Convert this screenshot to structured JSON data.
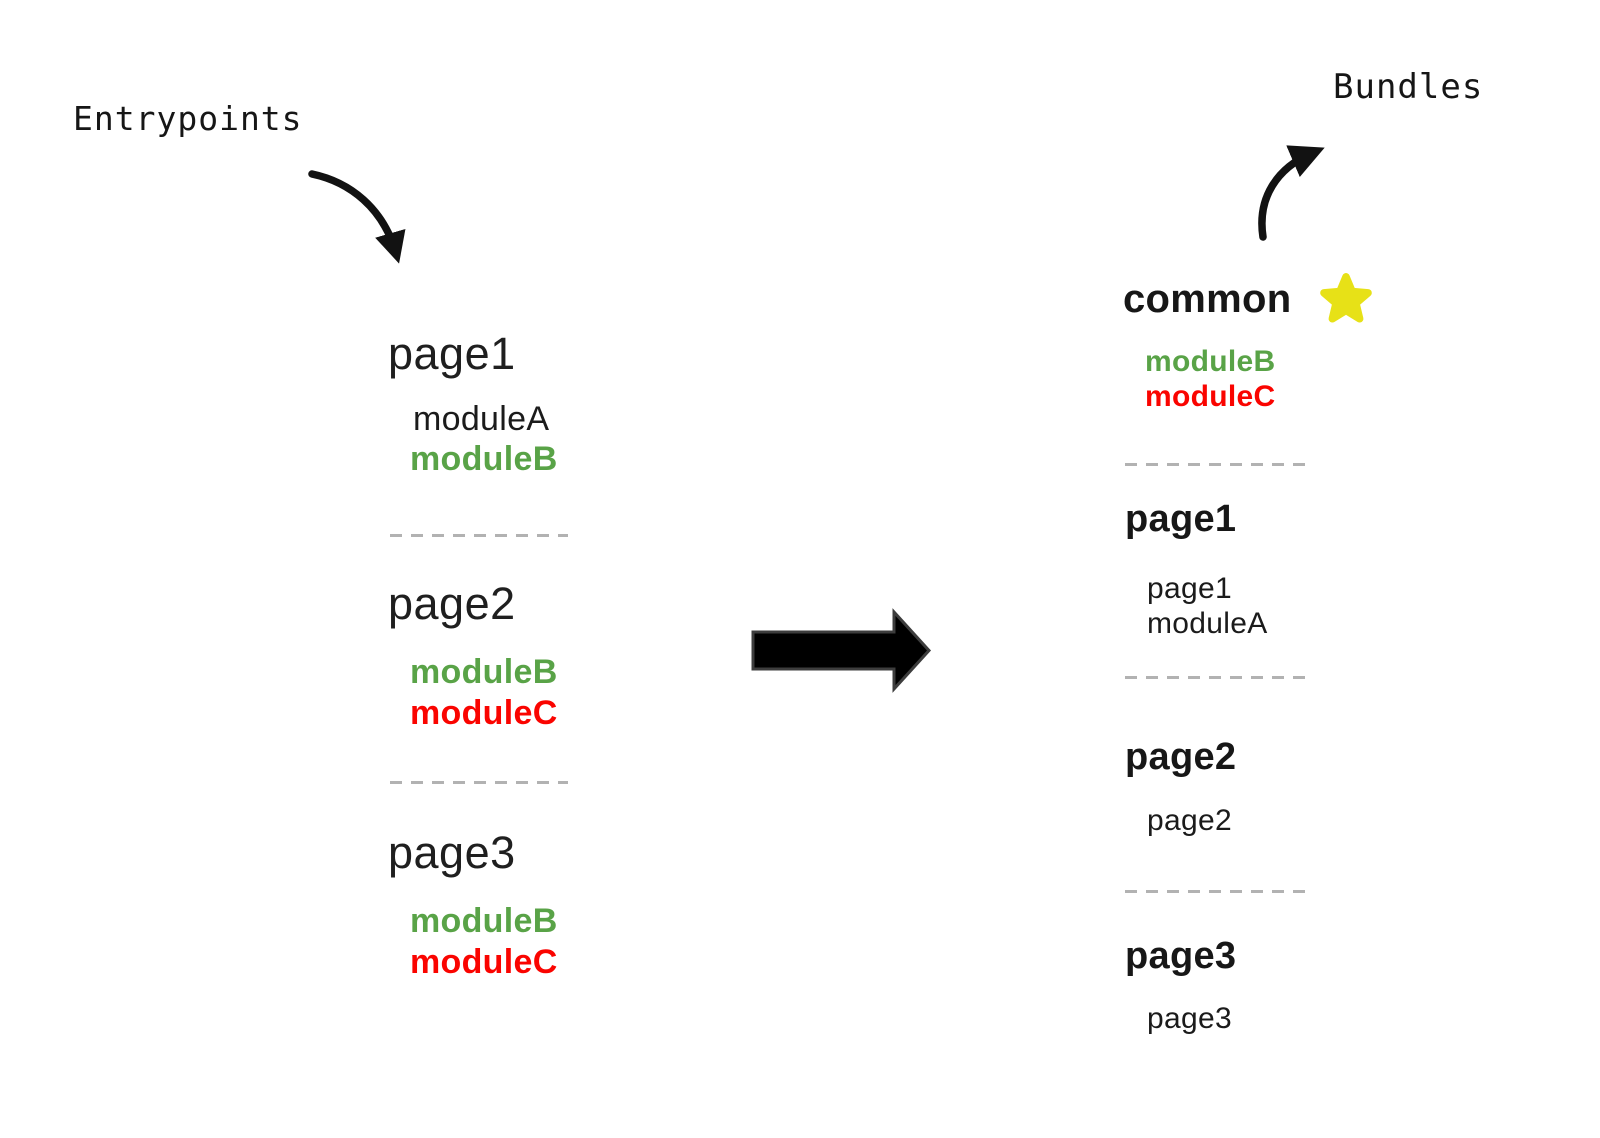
{
  "labels": {
    "entrypoints": "Entrypoints",
    "bundles": "Bundles"
  },
  "colors": {
    "module_green": "#59a347",
    "module_red": "#fa0400",
    "text_black": "#1b1b1b",
    "star_yellow": "#e7e117",
    "divider_gray": "#b2b2b2",
    "arrow_black": "#121212"
  },
  "icons": {
    "star": "star-icon",
    "transform_arrow": "right-block-arrow",
    "entry_pointer": "curved-arrow-down",
    "bundle_pointer": "curved-arrow-up"
  },
  "entrypoints": [
    {
      "title": "page1",
      "modules": [
        {
          "name": "moduleA",
          "color": "black",
          "bold": false
        },
        {
          "name": "moduleB",
          "color": "green",
          "bold": true
        }
      ]
    },
    {
      "title": "page2",
      "modules": [
        {
          "name": "moduleB",
          "color": "green",
          "bold": true
        },
        {
          "name": "moduleC",
          "color": "red",
          "bold": true
        }
      ]
    },
    {
      "title": "page3",
      "modules": [
        {
          "name": "moduleB",
          "color": "green",
          "bold": true
        },
        {
          "name": "moduleC",
          "color": "red",
          "bold": true
        }
      ]
    }
  ],
  "bundles": [
    {
      "title": "common",
      "starred": true,
      "modules": [
        {
          "name": "moduleB",
          "color": "green",
          "bold": true
        },
        {
          "name": "moduleC",
          "color": "red",
          "bold": true
        }
      ]
    },
    {
      "title": "page1",
      "starred": false,
      "modules": [
        {
          "name": "page1",
          "color": "black",
          "bold": false
        },
        {
          "name": "moduleA",
          "color": "black",
          "bold": false
        }
      ]
    },
    {
      "title": "page2",
      "starred": false,
      "modules": [
        {
          "name": "page2",
          "color": "black",
          "bold": false
        }
      ]
    },
    {
      "title": "page3",
      "starred": false,
      "modules": [
        {
          "name": "page3",
          "color": "black",
          "bold": false
        }
      ]
    }
  ]
}
